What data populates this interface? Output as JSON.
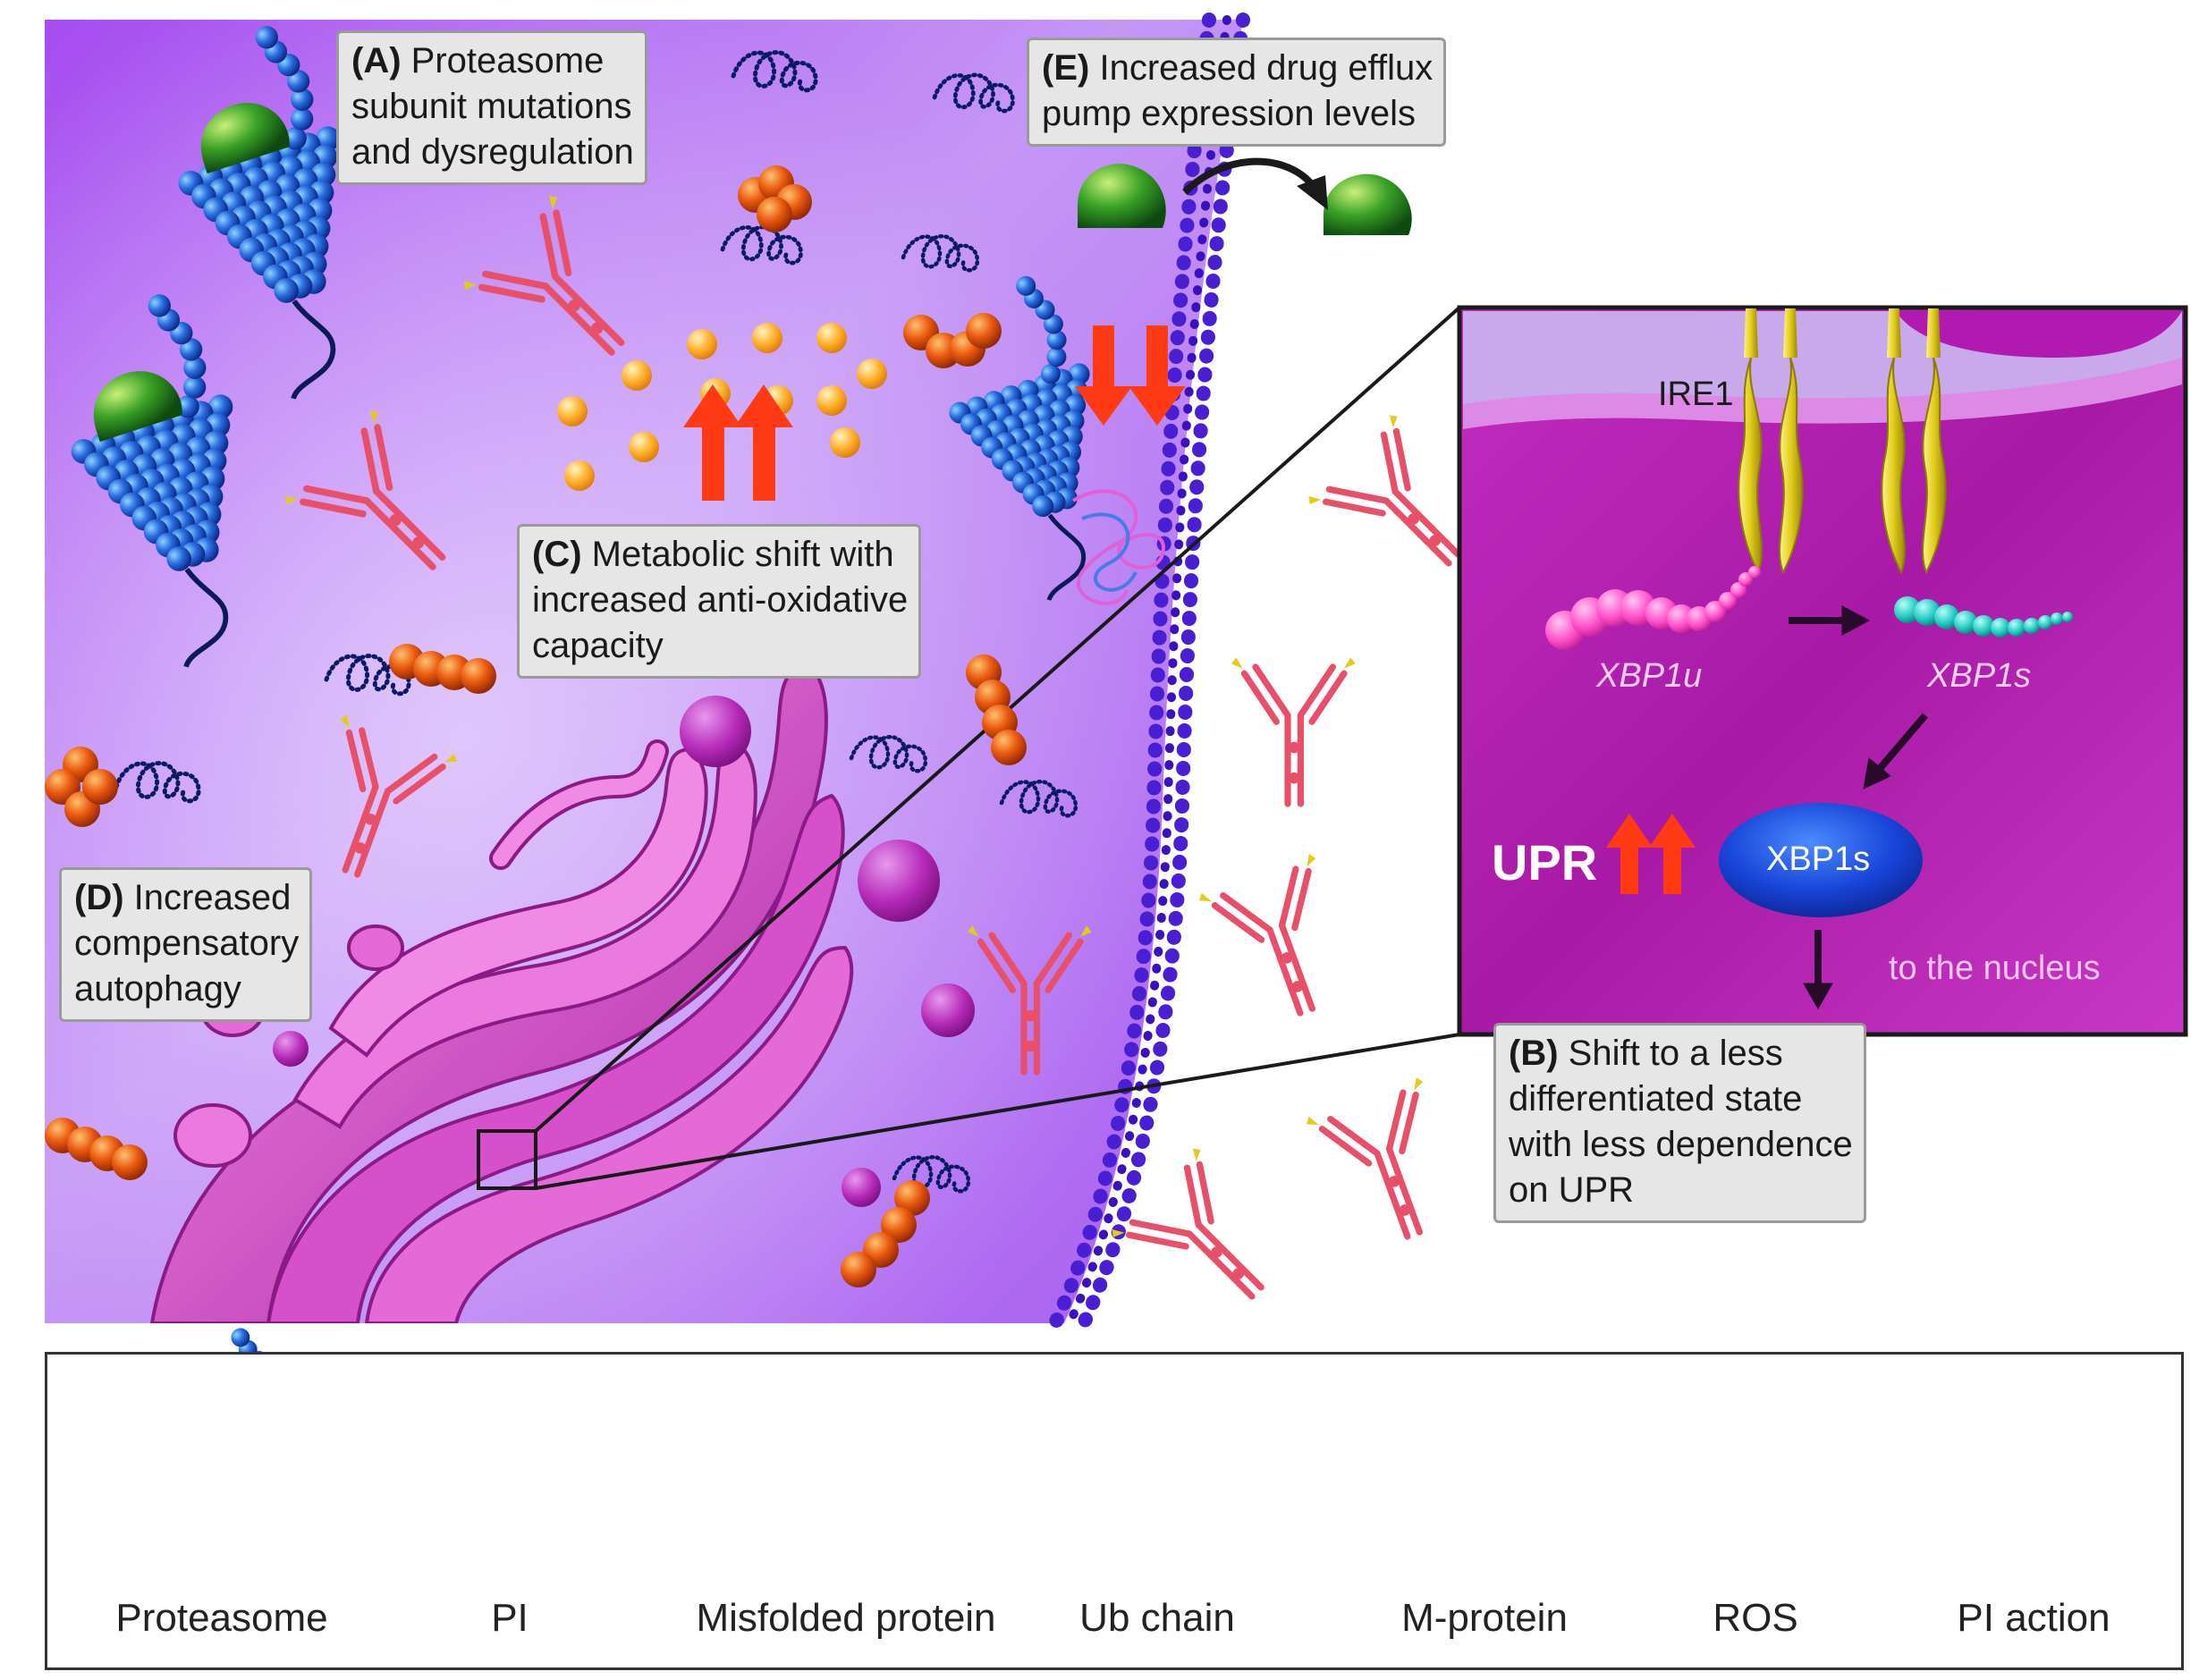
{
  "boxes": {
    "a": {
      "tag": "(A)",
      "lines": [
        "Proteasome",
        "subunit mutations",
        "and dysregulation"
      ]
    },
    "e": {
      "tag": "(E)",
      "lines": [
        "Increased drug efflux",
        "pump expression levels"
      ]
    },
    "c": {
      "tag": "(C)",
      "lines": [
        "Metabolic shift with",
        "increased anti-oxidative",
        "capacity"
      ]
    },
    "d": {
      "tag": "(D)",
      "lines": [
        "Increased",
        "compensatory",
        "autophagy"
      ]
    },
    "b": {
      "tag": "(B)",
      "lines": [
        "Shift to a less",
        "differentiated state",
        "with less dependence",
        "on UPR"
      ]
    }
  },
  "inset": {
    "ire1": "IRE1",
    "xbp1u": "XBP1u",
    "xbp1s": "XBP1s",
    "xbp1s_nucleus": "XBP1s",
    "upr": "UPR",
    "nucleus": "to the nucleus"
  },
  "legend": [
    {
      "icon": "proteasome-icon",
      "label": "Proteasome"
    },
    {
      "icon": "pi-icon",
      "label": "PI"
    },
    {
      "icon": "misfolded-protein-icon",
      "label": "Misfolded protein"
    },
    {
      "icon": "ub-chain-icon",
      "label": "Ub chain"
    },
    {
      "icon": "m-protein-icon",
      "label": "M-protein"
    },
    {
      "icon": "ros-icon",
      "label": "ROS"
    },
    {
      "icon": "pi-action-icon",
      "label": "PI action"
    }
  ],
  "colors": {
    "cytoplasm": "#b46ef0",
    "membrane": "#4a1ed2",
    "golgi": "#e05ad2",
    "inset_bg": "#b422b4",
    "proteasome": "#2a62d8",
    "pi": "#3aa226",
    "ub": "#ea5a0e",
    "m_protein": "#e8506a",
    "ros": "#ffb02a",
    "arrow": "#ff3a14",
    "xbp1u": "#ff5ad0",
    "xbp1s": "#1ed2c8",
    "nucleus": "#1844d8"
  }
}
